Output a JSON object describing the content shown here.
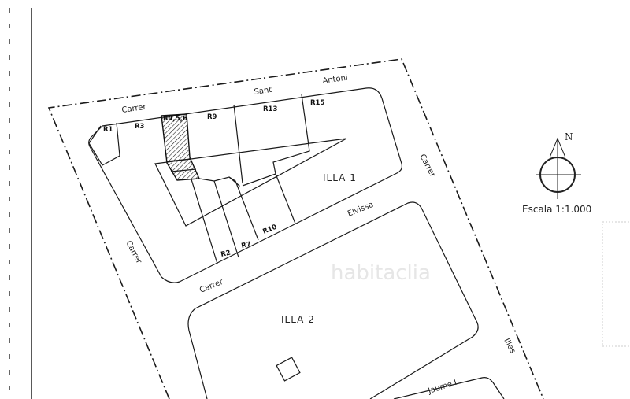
{
  "streets": {
    "top_1": "Carrer",
    "top_2": "Sant",
    "top_3": "Antoni",
    "right": "Carrer",
    "middle": "Elvissa",
    "left": "Carrer",
    "bottom": "Carrer",
    "far_right": "Illes",
    "lower": "Jaume I"
  },
  "blocks": {
    "block_1": "ILLA 1",
    "block_2": "ILLA 2"
  },
  "lots": [
    "R1",
    "R3",
    "R4,5,6",
    "R9",
    "R13",
    "R15",
    "R2",
    "R7",
    "R10"
  ],
  "compass": {
    "north_label": "N",
    "scale": "Escala 1:1.000"
  },
  "watermark": "habitaclia",
  "colors": {
    "line": "#1a1a1a",
    "paper": "#ffffff"
  }
}
